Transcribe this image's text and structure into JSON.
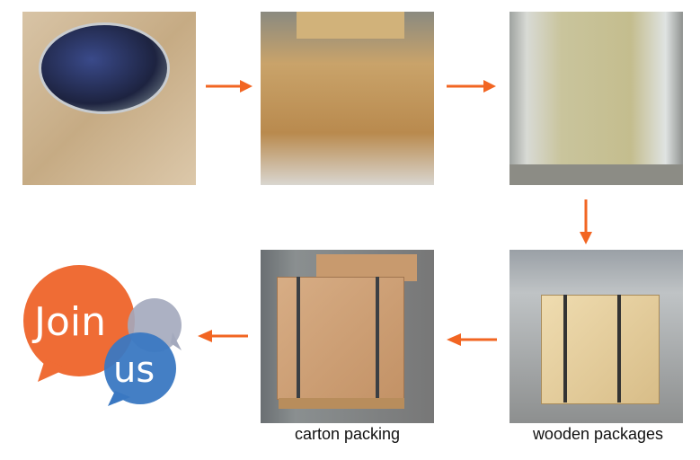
{
  "steps": [
    {
      "id": "aluminum-circle"
    },
    {
      "id": "paper-wrapped-rolls"
    },
    {
      "id": "plastic-wrapped-pallet"
    },
    {
      "id": "wooden-packages",
      "caption": "wooden packages"
    },
    {
      "id": "carton-packing",
      "caption": "carton packing"
    }
  ],
  "logo": {
    "line1": "Join",
    "line2": "us"
  },
  "colors": {
    "arrow": "#f26522",
    "orange": "#ef6c35",
    "blue": "#3a78c2",
    "gray": "#a3a9bd"
  }
}
